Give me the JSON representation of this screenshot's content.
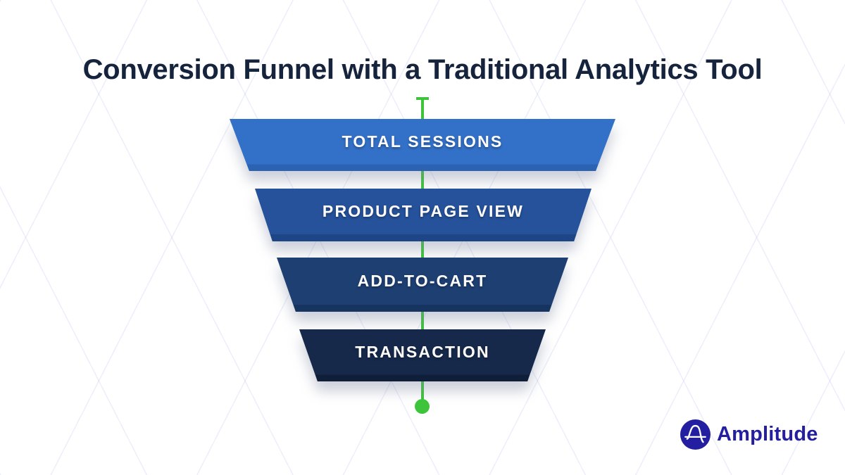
{
  "title": "Conversion Funnel with a Traditional Analytics Tool",
  "funnel": {
    "type": "funnel",
    "stages": [
      {
        "label": "TOTAL SESSIONS",
        "color": "#3371c8",
        "lip_color": "#2b62b2"
      },
      {
        "label": "PRODUCT PAGE VIEW",
        "color": "#26529b",
        "lip_color": "#1e4585"
      },
      {
        "label": "ADD-TO-CART",
        "color": "#1e3f72",
        "lip_color": "#173460"
      },
      {
        "label": "TRANSACTION",
        "color": "#16294a",
        "lip_color": "#0f1f3a"
      }
    ],
    "axis": {
      "color": "#3ec43a",
      "top_cap": true,
      "bottom_dot": true
    }
  },
  "branding": {
    "name": "Amplitude",
    "color": "#231fa0",
    "icon": "amplitude-wave-icon"
  },
  "colors": {
    "background": "#ffffff",
    "title_text": "#15233c",
    "stage_text": "#ffffff",
    "pattern_line": "#e9ecf8"
  }
}
